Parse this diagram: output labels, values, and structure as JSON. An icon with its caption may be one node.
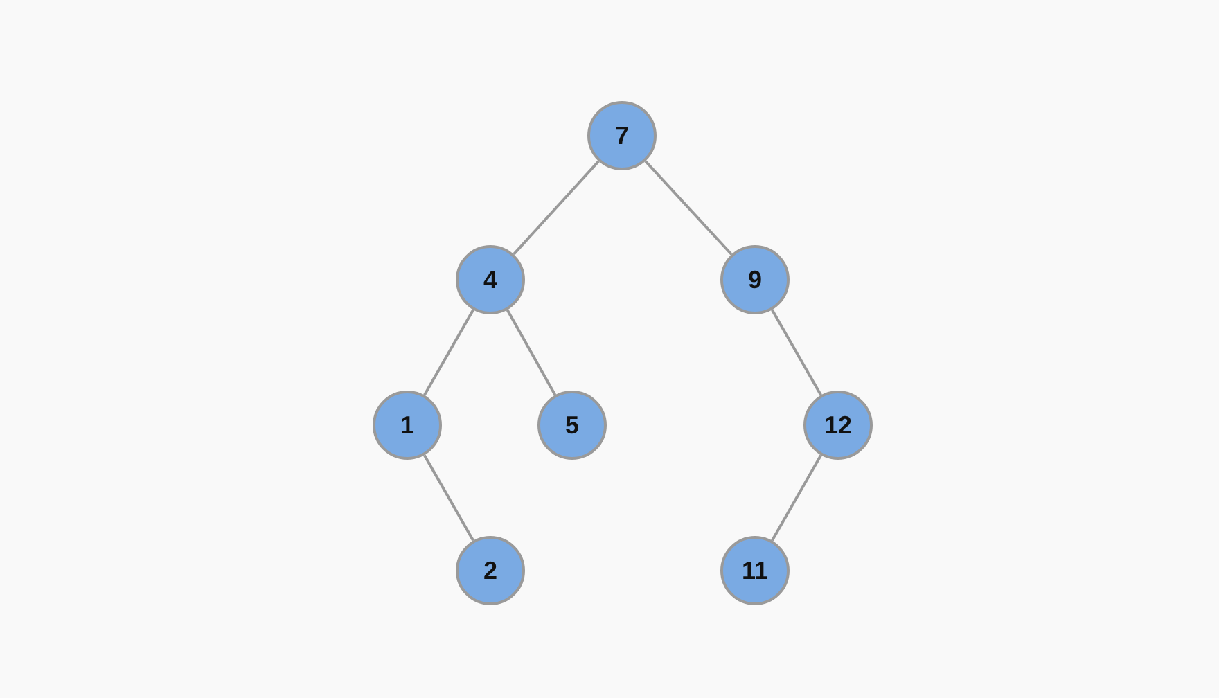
{
  "diagram": {
    "nodes": [
      {
        "text": [
          "7"
        ]
      },
      {
        "text": [
          "4"
        ]
      },
      {
        "text": [
          "9"
        ]
      },
      {
        "text": [
          "1"
        ]
      },
      {
        "text": [
          "5"
        ]
      },
      {
        "text": [
          "12"
        ]
      },
      {
        "text": [
          "2"
        ]
      },
      {
        "text": [
          "11"
        ]
      }
    ],
    "edges": [
      {
        "from": 0,
        "to": 1,
        "arrow": "none"
      },
      {
        "from": 0,
        "to": 2,
        "arrow": "none"
      },
      {
        "from": 1,
        "to": 3,
        "arrow": "none"
      },
      {
        "from": 1,
        "to": 4,
        "arrow": "none"
      },
      {
        "from": 2,
        "to": 5,
        "arrow": "none"
      },
      {
        "from": 3,
        "to": 6,
        "arrow": "none"
      },
      {
        "from": 5,
        "to": 7,
        "arrow": "none"
      }
    ]
  }
}
